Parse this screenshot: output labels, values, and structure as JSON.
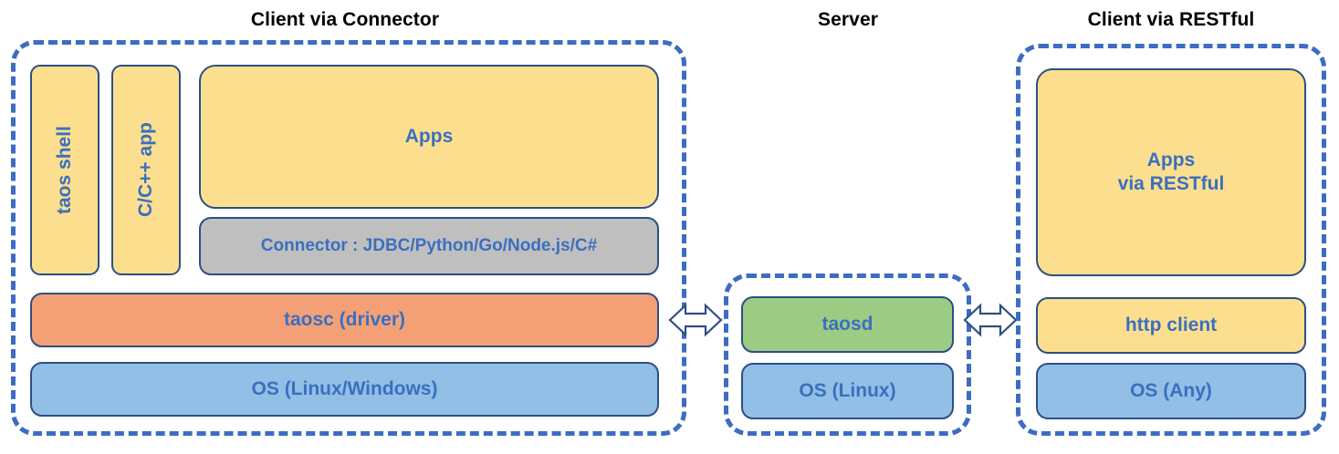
{
  "diagram": {
    "title_color": "#000000",
    "label_color": "#3b6fbf",
    "dashed_border_color": "#3c6cc4",
    "node_border_color": "#2d4f84",
    "palette": {
      "yellow": "#fcdf8e",
      "gray": "#bfbfbf",
      "orange": "#f4a077",
      "blue": "#91bfe6",
      "green": "#9ccb84"
    }
  },
  "groups": {
    "client_connector": {
      "title": "Client via Connector",
      "nodes": {
        "taos_shell": "taos shell",
        "c_cpp_app": "C/C++ app",
        "apps": "Apps",
        "connector": "Connector : JDBC/Python/Go/Node.js/C#",
        "taosc": "taosc (driver)",
        "os": "OS (Linux/Windows)"
      }
    },
    "server": {
      "title": "Server",
      "nodes": {
        "taosd": "taosd",
        "os": "OS (Linux)"
      }
    },
    "client_restful": {
      "title": "Client via RESTful",
      "nodes": {
        "apps": "Apps\nvia RESTful",
        "http_client": "http client",
        "os": "OS (Any)"
      }
    }
  },
  "connectors": {
    "left_arrow": "double-headed-arrow",
    "right_arrow": "double-headed-arrow"
  }
}
